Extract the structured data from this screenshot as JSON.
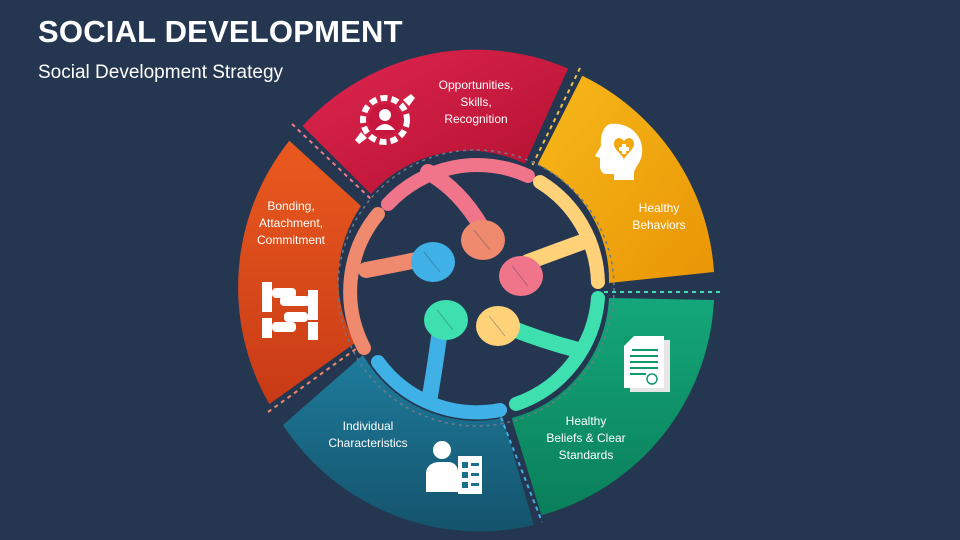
{
  "header": {
    "title": "SOCIAL DEVELOPMENT",
    "subtitle": "Social Development Strategy"
  },
  "segments": [
    {
      "id": "opportunities",
      "lines": [
        "Opportunities,",
        "Skills,",
        "Recognition"
      ],
      "color": "#c8173f",
      "icon": "gear-person-icon"
    },
    {
      "id": "healthy-behaviors",
      "lines": [
        "Healthy",
        "Behaviors"
      ],
      "color": "#f2a80c",
      "icon": "head-heart-icon"
    },
    {
      "id": "healthy-beliefs",
      "lines": [
        "Healthy",
        "Beliefs & Clear",
        "Standards"
      ],
      "color": "#0f9a6e",
      "icon": "document-icon"
    },
    {
      "id": "individual",
      "lines": [
        "Individual",
        "Characteristics"
      ],
      "color": "#1b6f8e",
      "icon": "person-checklist-icon"
    },
    {
      "id": "bonding",
      "lines": [
        "Bonding,",
        "Attachment,",
        "Commitment"
      ],
      "color": "#e0461a",
      "icon": "linked-hands-icon"
    }
  ],
  "center": {
    "icon": "joined-hands-icon",
    "arm_colors": [
      "#f0758b",
      "#ffd27a",
      "#3ee0b0",
      "#3fb1e6",
      "#ef8a6e"
    ]
  }
}
